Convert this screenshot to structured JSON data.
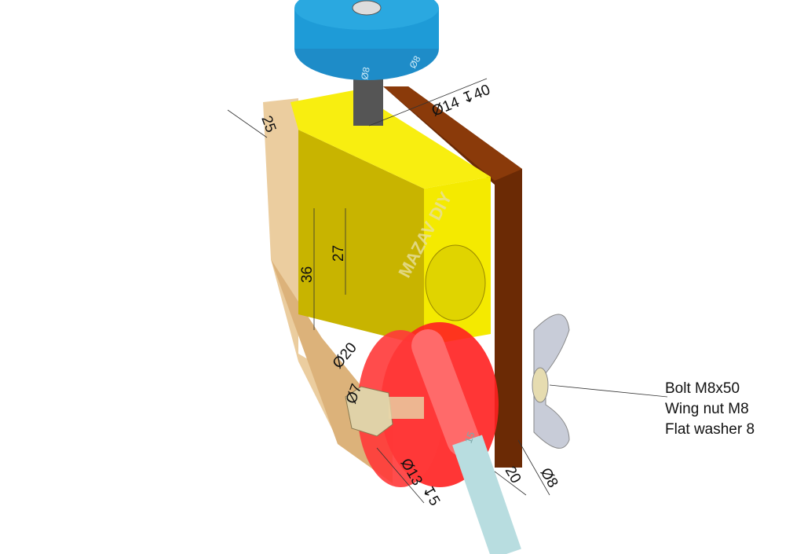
{
  "dimensions": {
    "hole_top": "Ø14 ↧40",
    "depth_left": "25",
    "wheel_a": "Ø8",
    "wheel_b": "Ø8",
    "height_inner": "27",
    "height_outer": "36",
    "dia_red": "Ø20",
    "dia_bolt": "Ø7",
    "dia_bottom": "Ø13",
    "depth_bottom": "↧5",
    "width_bottom": "20",
    "dia_right": "Ø8",
    "rod": "15"
  },
  "callouts": [
    "Bolt M8x50",
    "Wing nut M8",
    "Flat washer 8"
  ],
  "watermark": "MAZAV DIY",
  "colors": {
    "wheel": "#1e9bd7",
    "block_yellow": "#f2e600",
    "side_tan": "#e8c48e",
    "plate_brown": "#6b2a05",
    "cylinder_red": "#ff2020",
    "rod": "#b8dde0",
    "hardware": "#c8ccd8"
  }
}
